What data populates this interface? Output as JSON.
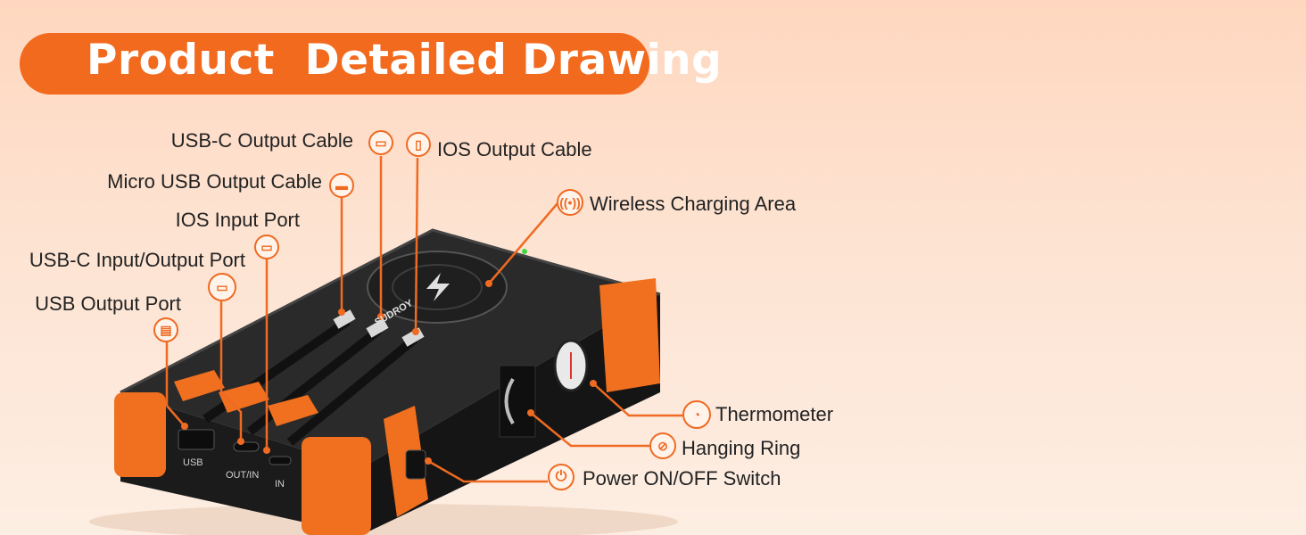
{
  "title": "Product  Detailed Drawing",
  "device": {
    "brand": "SUDROY",
    "port_labels": [
      "USB",
      "OUT/IN",
      "IN"
    ]
  },
  "callouts": {
    "usb_c_output_cable": "USB-C Output Cable",
    "micro_usb_output_cable": "Micro USB Output Cable",
    "ios_input_port": "IOS Input Port",
    "usb_c_io_port": "USB-C Input/Output Port",
    "usb_output_port": "USB Output Port",
    "ios_output_cable": "IOS Output Cable",
    "wireless_charging_area": "Wireless Charging Area",
    "thermometer": "Thermometer",
    "hanging_ring": "Hanging Ring",
    "power_switch": "Power ON/OFF Switch"
  },
  "colors": {
    "accent": "#f26a1e",
    "body": "#222222",
    "bumper": "#f0701f"
  }
}
